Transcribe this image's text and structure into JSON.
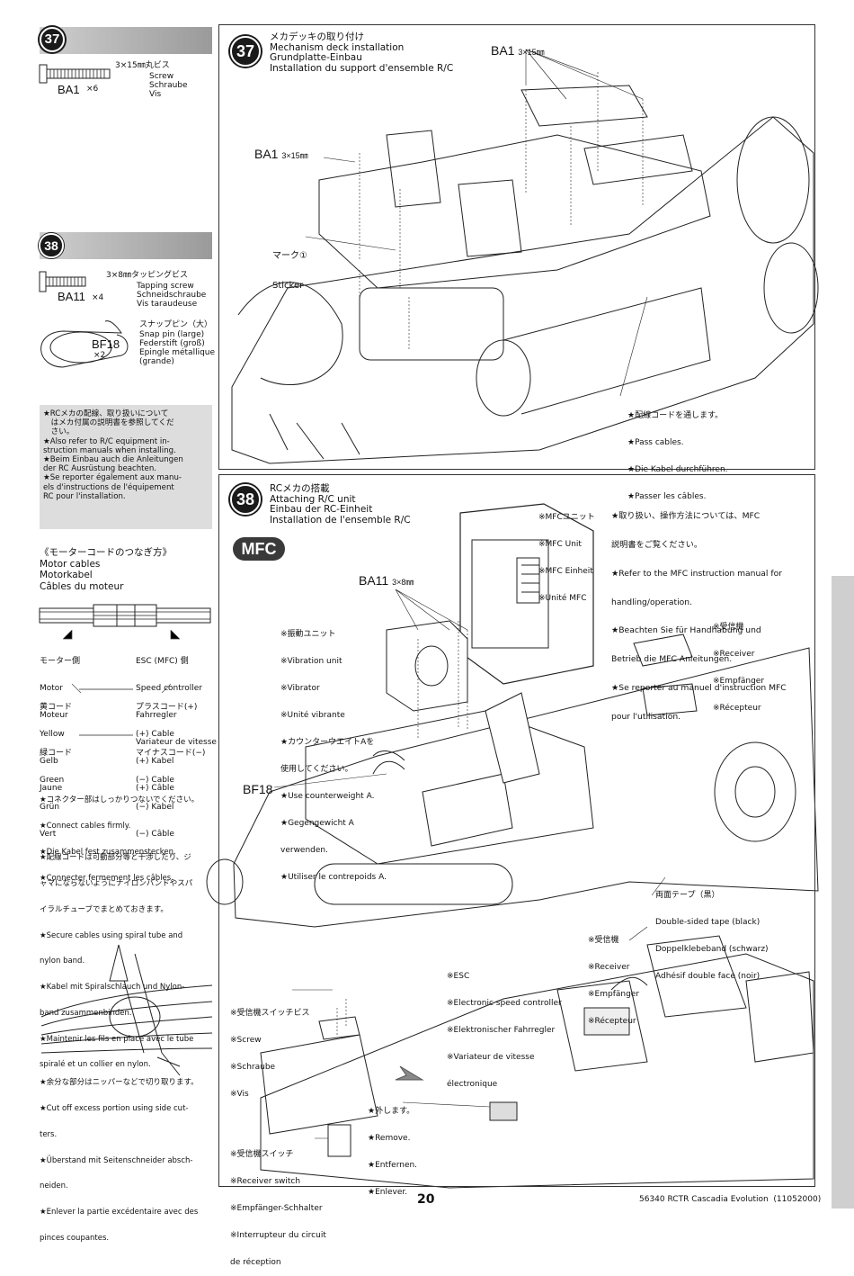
{
  "left": {
    "step37": {
      "num": "37",
      "part_size": "3×15㎜丸ビス",
      "part_en": "Screw",
      "part_de": "Schraube",
      "part_fr": "Vis",
      "code": "BA1",
      "qty": "×6"
    },
    "step38": {
      "num": "38",
      "tap_size": "3×8㎜タッピングビス",
      "tap_en": "Tapping screw",
      "tap_de": "Schneidschraube",
      "tap_fr": "Vis taraudeuse",
      "tap_code": "BA11",
      "tap_qty": "×4",
      "pin_jp": "スナップピン（大）",
      "pin_en": "Snap pin (large)",
      "pin_de": "Federstift (groß)",
      "pin_fr": "Epingle métallique",
      "pin_fr2": "(grande)",
      "pin_code": "BF18",
      "pin_qty": "×2"
    },
    "note_box": [
      "★RCメカの配線、取り扱いについて",
      "　はメカ付属の説明書を参照してくだ",
      "　さい。",
      "★Also refer to R/C equipment in-",
      "struction manuals when installing.",
      "★Beim Einbau auch die Anleitungen",
      "der RC Ausrüstung beachten.",
      "★Se reporter également aux manu-",
      "els d'instructions de l'équipement",
      "RC pour l'installation."
    ],
    "motor": {
      "title_jp": "《モーターコードのつなぎ方》",
      "title_en": "Motor cables",
      "title_de": "Motorkabel",
      "title_fr": "Câbles du moteur",
      "left_col": [
        "モーター側",
        "Motor",
        "Moteur"
      ],
      "right_col": [
        "ESC (MFC) 側",
        "Speed controller",
        "Fahrregler",
        "Variateur de vitesse"
      ],
      "yellow": [
        "黄コード",
        "Yellow",
        "Gelb",
        "Jaune"
      ],
      "plus": [
        "プラスコード(+)",
        "(+) Cable",
        "(+) Kabel",
        "(+) Câble"
      ],
      "green": [
        "緑コード",
        "Green",
        "Grün",
        "Vert"
      ],
      "minus": [
        "マイナスコード(−)",
        "(−) Cable",
        "(−) Kabel",
        "(−) Câble"
      ]
    },
    "connect_note": [
      "★コネクター部はしっかりつないでください。",
      "★Connect cables firmly.",
      "★Die Kabel fest zusammenstecken.",
      "★Connecter fermement les câbles."
    ],
    "secure_note": [
      "★配線コードは可動部分等と干渉したり、ジ",
      "ャマにならないようにナイロンバンドやスパ",
      "イラルチューブでまとめておきます。",
      "★Secure cables using spiral tube and",
      "nylon band.",
      "★Kabel mit Spiralschlauch und Nylon-",
      "band zusammenbinden.",
      "★Maintenir les fils en place avec le tube",
      "spiralé et un collier en nylon."
    ],
    "cut_note": [
      "★余分な部分はニッパーなどで切り取ります。",
      "★Cut off excess portion using side cut-",
      "ters.",
      "★Überstand mit Seitenschneider absch-",
      "neiden.",
      "★Enlever la partie excédentaire avec des",
      "pinces coupantes."
    ]
  },
  "panel37": {
    "num": "37",
    "title_jp": "メカデッキの取り付け",
    "title_en": "Mechanism deck installation",
    "title_de": "Grundplatte-Einbau",
    "title_fr": "Installation du support d'ensemble R/C",
    "ba1_top": "BA1",
    "ba1_top_size": "3×15㎜",
    "ba1_left": "BA1",
    "ba1_left_size": "3×15㎜",
    "sticker_jp": "マーク①",
    "sticker_en": "Sticker",
    "pass": [
      "★配線コードを通します。",
      "★Pass cables.",
      "★Die Kabel durchführen.",
      "★Passer les câbles."
    ]
  },
  "panel38": {
    "num": "38",
    "title_jp": "RCメカの搭載",
    "title_en": "Attaching R/C unit",
    "title_de": "Einbau der RC-Einheit",
    "title_fr": "Installation de l'ensemble R/C",
    "mfc_badge": "MFC",
    "mfc_unit": [
      "※MFCユニット",
      "※MFC Unit",
      "※MFC Einheit",
      "※Unité MFC"
    ],
    "mfc_manual": [
      "★取り扱い、操作方法については、MFC",
      "説明書をご覧ください。",
      "★Refer to the MFC instruction manual for",
      "handling/operation.",
      "★Beachten Sie für Handhabung und",
      "Betrieb die MFC Anleitungen.",
      "★Se reporter au manuel d'instruction MFC",
      "pour l'utilisation."
    ],
    "ba11": "BA11",
    "ba11_size": "3×8㎜",
    "vibration": [
      "※振動ユニット",
      "※Vibration unit",
      "※Vibrator",
      "※Unité vibrante",
      "★カウンターウエイトAを",
      "使用してください。",
      "★Use counterweight A.",
      "★Gegengewicht A",
      "verwenden.",
      "★Utiliser le contrepoids A."
    ],
    "receiver_top": [
      "※受信機",
      "※Receiver",
      "※Empfänger",
      "※Récepteur"
    ],
    "bf18": "BF18",
    "tape": [
      "両面テープ（黒）",
      "Double-sided tape (black)",
      "Doppelklebeband (schwarz)",
      "Adhésif double face (noir)"
    ],
    "receiver_mid": [
      "※受信機",
      "※Receiver",
      "※Empfänger",
      "※Récepteur"
    ],
    "esc": [
      "※ESC",
      "※Electronic speed controller",
      "※Elektronischer Fahrregler",
      "※Variateur de vitesse",
      "électronique"
    ],
    "switch_screw": [
      "※受信機スイッチビス",
      "※Screw",
      "※Schraube",
      "※Vis"
    ],
    "remove": [
      "★外します。",
      "★Remove.",
      "★Entfernen.",
      "★Enlever."
    ],
    "switch": [
      "※受信機スイッチ",
      "※Receiver switch",
      "※Empfänger-Schhalter",
      "※Interrupteur du circuit",
      "de réception"
    ]
  },
  "footer": {
    "page": "20",
    "code": "56340 RCTR Cascadia Evolution  (11052000)"
  }
}
